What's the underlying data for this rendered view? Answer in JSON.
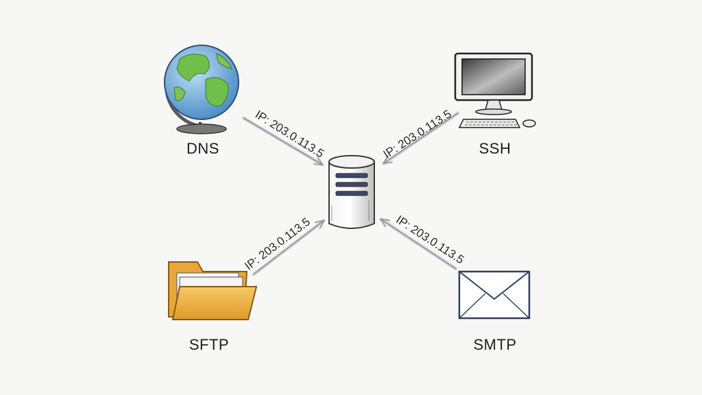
{
  "nodes": {
    "dns": {
      "label": "DNS"
    },
    "ssh": {
      "label": "SSH"
    },
    "sftp": {
      "label": "SFTP"
    },
    "smtp": {
      "label": "SMTP"
    }
  },
  "edges": {
    "dns_to_server": {
      "label": "IP: 203.0.113.5"
    },
    "ssh_to_server": {
      "label": "IP: 203.0.113.5"
    },
    "sftp_to_server": {
      "label": "IP: 203.0.113.5"
    },
    "smtp_to_server": {
      "label": "IP: 203.0.113.5"
    }
  },
  "colors": {
    "arrow": "#9a9ca3",
    "globe_ocean": "#6fa8dc",
    "globe_land": "#6fbf4a",
    "folder": "#f0b34a",
    "envelope_stroke": "#2f3f63",
    "sketch": "#3a3a3a"
  }
}
